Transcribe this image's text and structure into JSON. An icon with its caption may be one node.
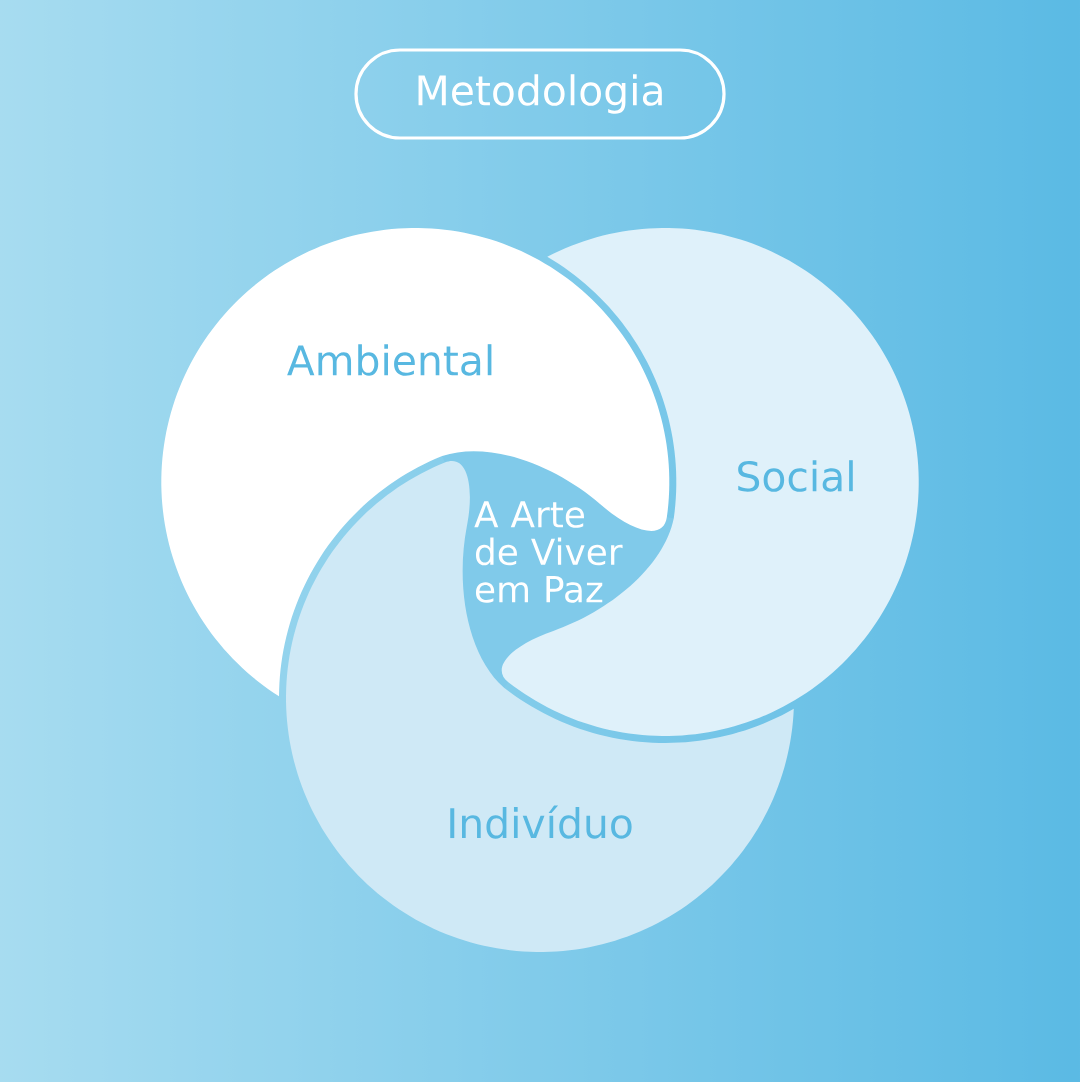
{
  "diagram": {
    "title": "Metodologia",
    "nodes": [
      {
        "text": [
          "Ambiental"
        ]
      },
      {
        "text": [
          "Social"
        ]
      },
      {
        "text": [
          "Indivíduo"
        ]
      },
      {
        "text": [
          "A Arte de Viver em Paz"
        ]
      }
    ]
  }
}
